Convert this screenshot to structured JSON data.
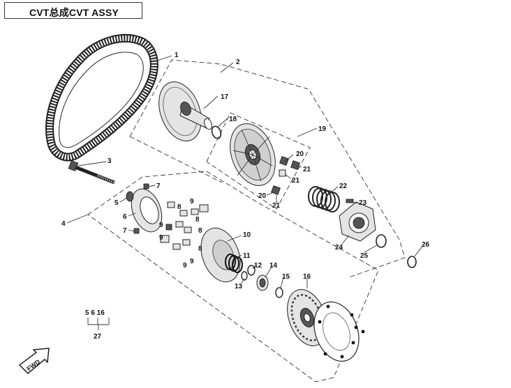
{
  "title": "CVT总成CVT ASSY",
  "labels": {
    "p1": "1",
    "p2": "2",
    "p3": "3",
    "p4": "4",
    "p5": "5",
    "p6": "6",
    "p7a": "7",
    "p7b": "7",
    "p8a": "8",
    "p8b": "8",
    "p8c": "8",
    "p8d": "8",
    "p9a": "9",
    "p9b": "9",
    "p9c": "9",
    "p9d": "9",
    "p9e": "9",
    "p10": "10",
    "p11": "11",
    "p12": "12",
    "p13": "13",
    "p14": "14",
    "p15": "15",
    "p16": "16",
    "p17": "17",
    "p18": "18",
    "p19": "19",
    "p20a": "20",
    "p20b": "20",
    "p21a": "21",
    "p21b": "21",
    "p21c": "21",
    "p22": "22",
    "p23": "23",
    "p24": "24",
    "p25": "25",
    "p26": "26"
  },
  "legend": {
    "top": "5 6 16",
    "bottom": "27"
  },
  "fwd": "FWD"
}
